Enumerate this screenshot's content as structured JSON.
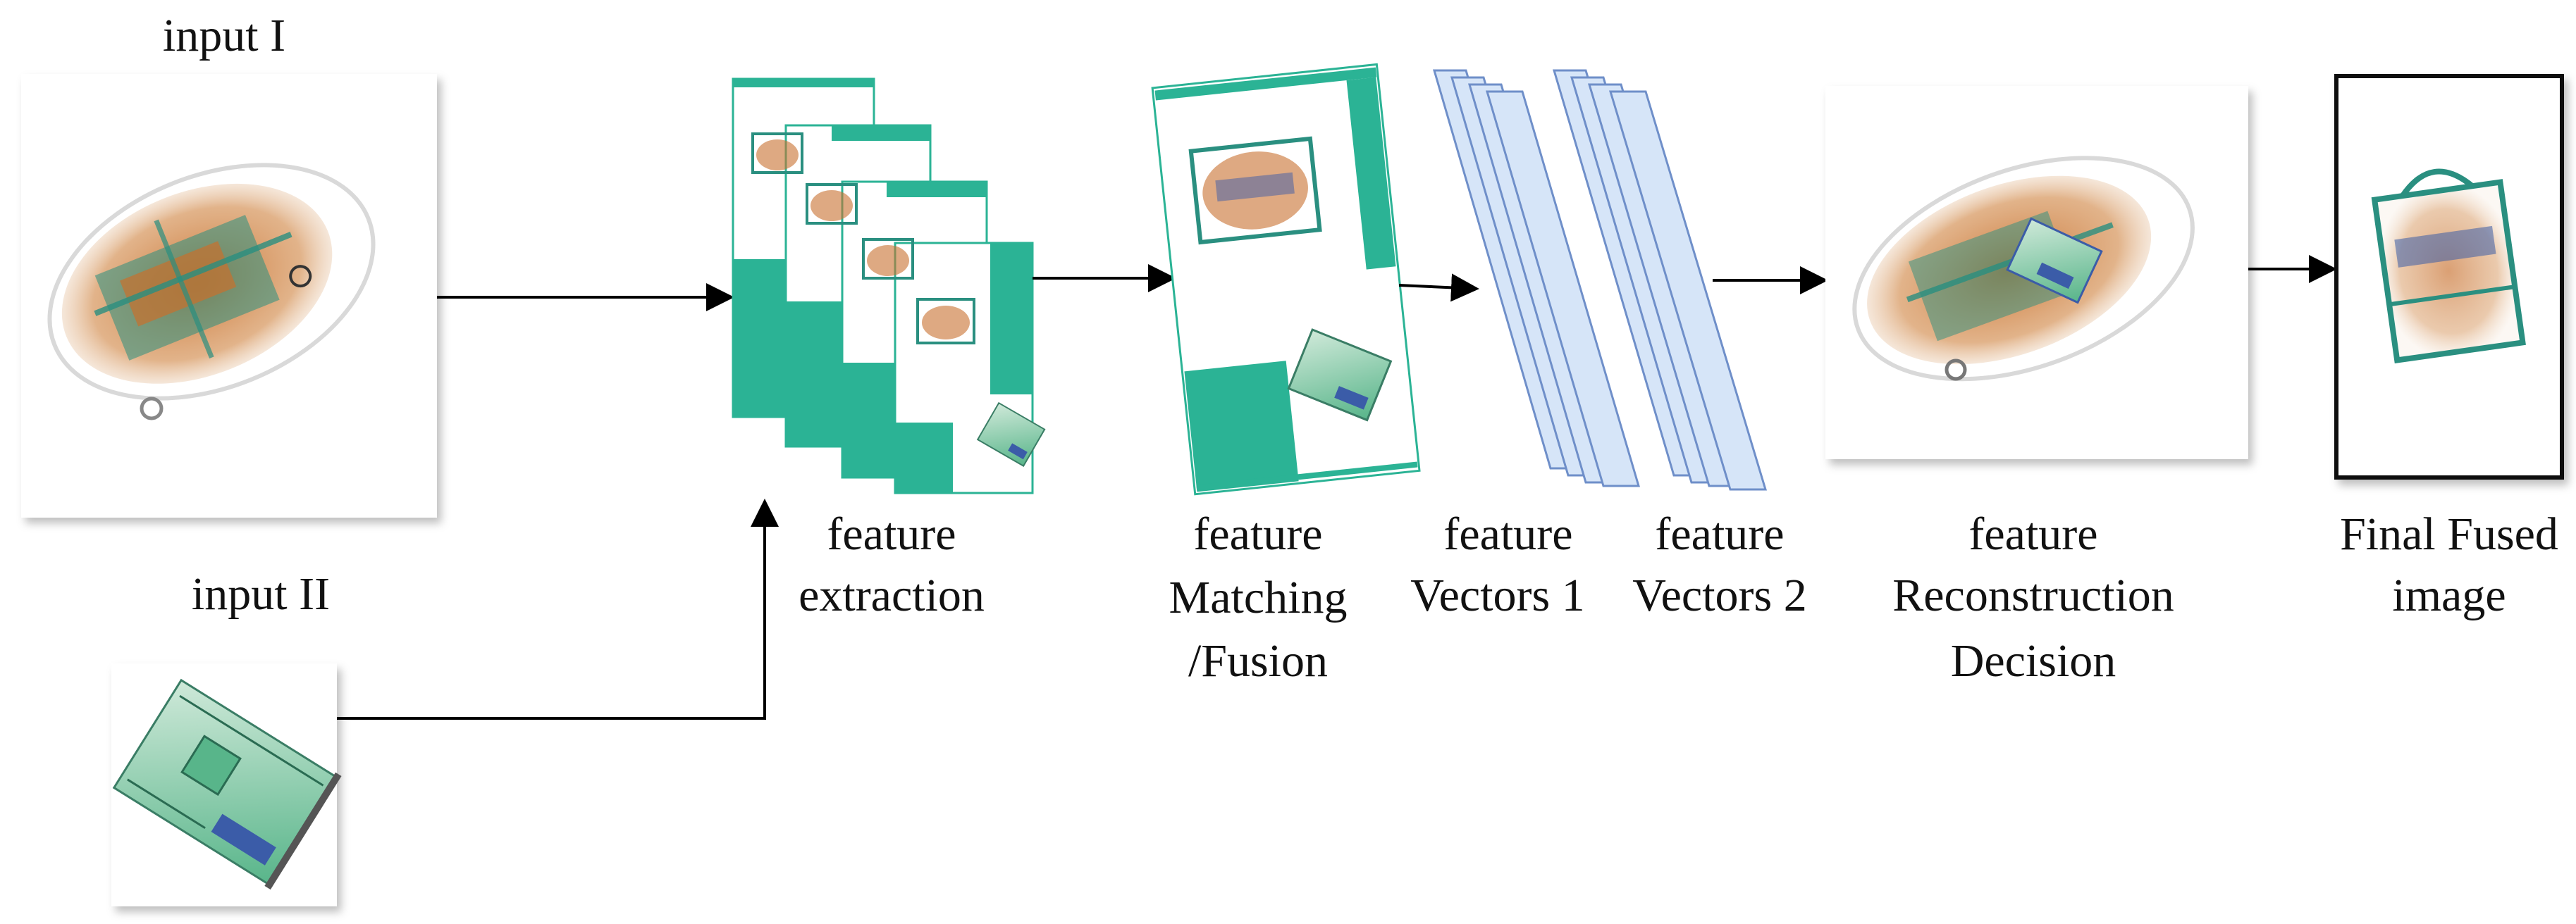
{
  "labels": {
    "input1": "input I",
    "input2": "input II",
    "extraction_1": "feature",
    "extraction_2": "extraction",
    "matching_1": "feature",
    "matching_2": "Matching",
    "matching_3": "/Fusion",
    "vectors1_1": "feature",
    "vectors1_2": "Vectors 1",
    "vectors2_1": "feature",
    "vectors2_2": "Vectors 2",
    "reconstruction_1": "feature",
    "reconstruction_2": "Reconstruction",
    "reconstruction_3": "Decision",
    "final_1": "Final Fused",
    "final_2": "image"
  },
  "colors": {
    "teal": "#2bb395",
    "vector_fill": "#d6e5f8",
    "vector_stroke": "#6f8fc9",
    "arrow": "#000000",
    "xray_orange": "#c8702e",
    "xray_teal": "#2a8f80",
    "xray_green": "#58b58a",
    "xray_blue": "#3b5ca8"
  }
}
